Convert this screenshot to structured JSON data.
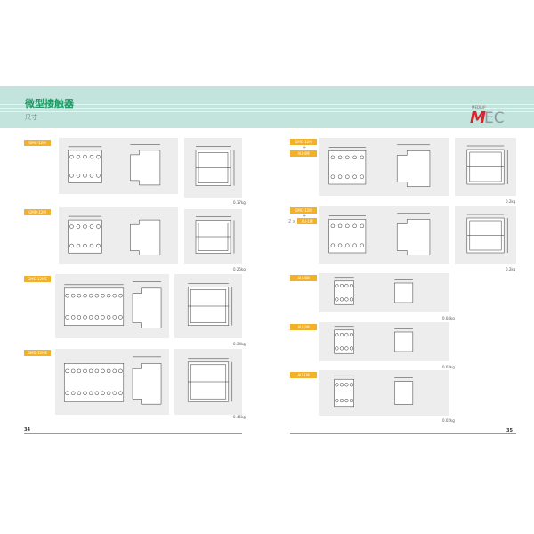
{
  "header": {
    "title": "微型接触器",
    "subtitle": "尺寸",
    "logo_text": "MEC",
    "logo_small": "MEDIUP"
  },
  "colors": {
    "band": "#c3e4dd",
    "title": "#1f9a66",
    "tag": "#f3b12a",
    "logo_red": "#d8242c"
  },
  "left_page": {
    "page_number": "34",
    "items": [
      {
        "model": "GMC-12M",
        "weight": "0.17kg"
      },
      {
        "model": "GMD-12M",
        "weight": "0.25kg"
      },
      {
        "model": "GMC-12ME",
        "weight": "0.34kg"
      },
      {
        "model": "GMD-12ME",
        "weight": "0.46kg"
      }
    ]
  },
  "right_page": {
    "page_number": "35",
    "items": [
      {
        "model": "GMC-12M",
        "plus": "+",
        "addon": "AU-4M",
        "weight": "0.2kg"
      },
      {
        "model": "GMC-12M",
        "plus": "+",
        "prefix": "2 x",
        "addon": "AU-1M",
        "weight": "0.2kg"
      },
      {
        "model": "AU-4M",
        "weight": "0.04kg"
      },
      {
        "model": "AU-2M",
        "weight": "0.03kg"
      },
      {
        "model": "AU-1M",
        "weight": "0.02kg"
      }
    ]
  }
}
